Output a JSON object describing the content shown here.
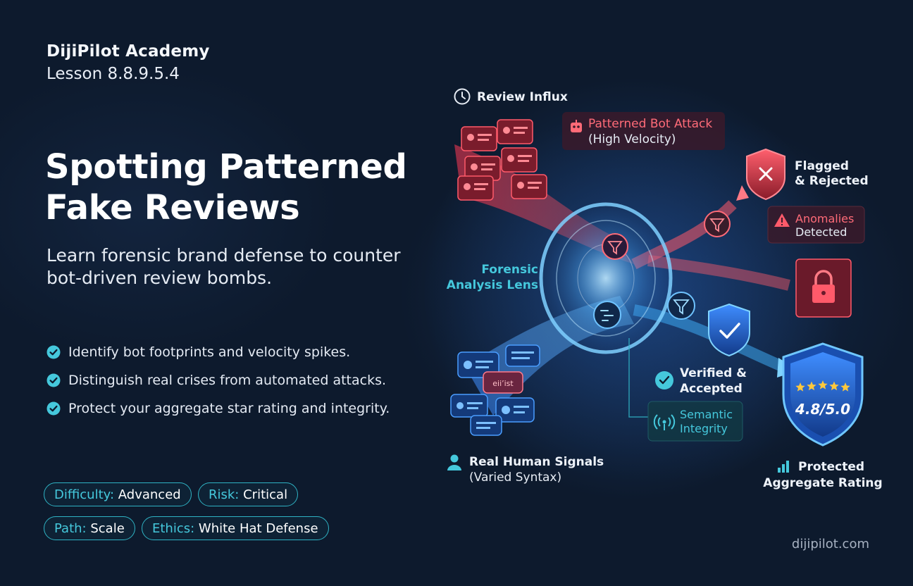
{
  "header": {
    "brand": "DijiPilot Academy",
    "lesson": "Lesson 8.8.9.5.4"
  },
  "title": "Spotting Patterned Fake Reviews",
  "subtitle": "Learn forensic brand defense to counter bot-driven review bombs.",
  "bullets": [
    "Identify bot footprints and velocity spikes.",
    "Distinguish real crises from automated attacks.",
    "Protect your aggregate star rating and integrity."
  ],
  "badges": [
    {
      "key": "Difficulty:",
      "value": "Advanced"
    },
    {
      "key": "Risk:",
      "value": "Critical"
    },
    {
      "key": "Path:",
      "value": "Scale"
    },
    {
      "key": "Ethics:",
      "value": "White Hat Defense"
    }
  ],
  "diagram": {
    "review_influx": "Review Influx",
    "bot_attack_title": "Patterned Bot Attack",
    "bot_attack_sub": "(High Velocity)",
    "flagged_line1": "Flagged",
    "flagged_line2": "& Rejected",
    "anomalies_line1": "Anomalies",
    "anomalies_line2": "Detected",
    "lens_line1": "Forensic",
    "lens_line2": "Analysis Lens",
    "verified_line1": "Verified &",
    "verified_line2": "Accepted",
    "semantic_line1": "Semantic",
    "semantic_line2": "Integrity",
    "human_title": "Real Human Signals",
    "human_sub": "(Varied Syntax)",
    "rating_value": "4.8/5.0",
    "rating_stars": 4.8,
    "protected_line1": "Protected",
    "protected_line2": "Aggregate Rating",
    "bubble_text": "eii’ist"
  },
  "colors": {
    "background": "#0d1a2d",
    "accent": "#45c8dc",
    "bot": "#e04a5a",
    "human": "#3b8cff"
  },
  "footer": "dijipilot.com"
}
